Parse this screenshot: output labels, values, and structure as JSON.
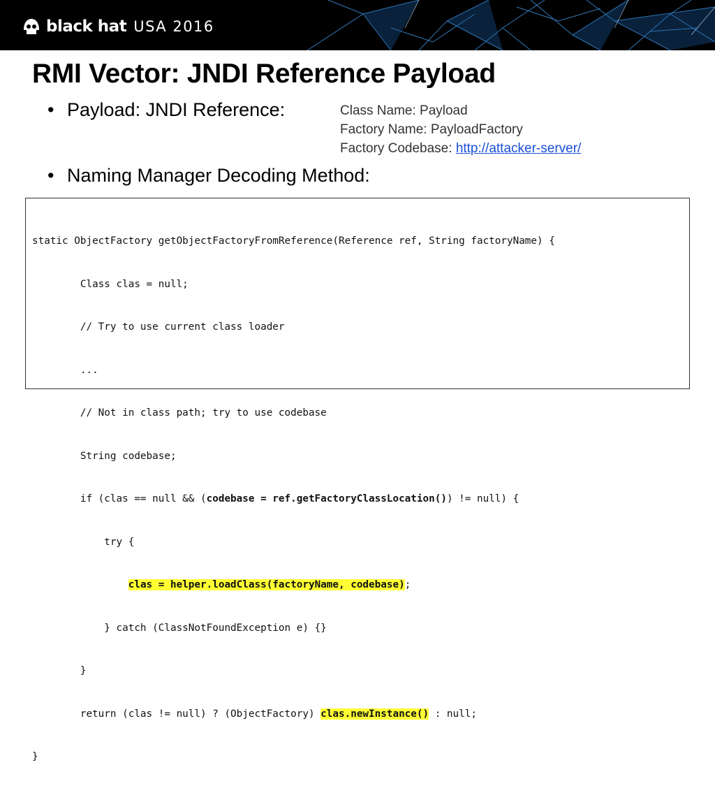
{
  "header": {
    "logo_text": "black hat",
    "event_text": "USA 2016"
  },
  "title": "RMI Vector: JNDI Reference Payload",
  "bullets": {
    "payload_label": "Payload: JNDI Reference:",
    "decoding_label": "Naming Manager Decoding Method:"
  },
  "reference": {
    "class_name": "Class Name: Payload",
    "factory_name": "Factory Name: PayloadFactory",
    "codebase_label": "Factory Codebase: ",
    "codebase_url": "http://attacker-server/"
  },
  "code": {
    "l1": "static ObjectFactory getObjectFactoryFromReference(Reference ref, String factoryName) {",
    "l2": "        Class clas = null;",
    "l3": "        // Try to use current class loader",
    "l4": "        ...",
    "l5": "        // Not in class path; try to use codebase",
    "l6": "        String codebase;",
    "l7_a": "        if (clas == null && (",
    "l7_b": "codebase = ref.getFactoryClassLocation()",
    "l7_c": ") != null) {",
    "l8": "            try {",
    "l9_indent": "                ",
    "l9_hl": "clas = helper.loadClass(factoryName, codebase)",
    "l9_end": ";",
    "l10": "            } catch (ClassNotFoundException e) {}",
    "l11": "        }",
    "l12_a": "        return (clas != null) ? (ObjectFactory) ",
    "l12_hl": "clas.newInstance()",
    "l12_c": " : null;",
    "l13": "}"
  },
  "colors": {
    "highlight": "#ffff33",
    "link": "#1a4fd6",
    "header_bg": "#000000"
  }
}
